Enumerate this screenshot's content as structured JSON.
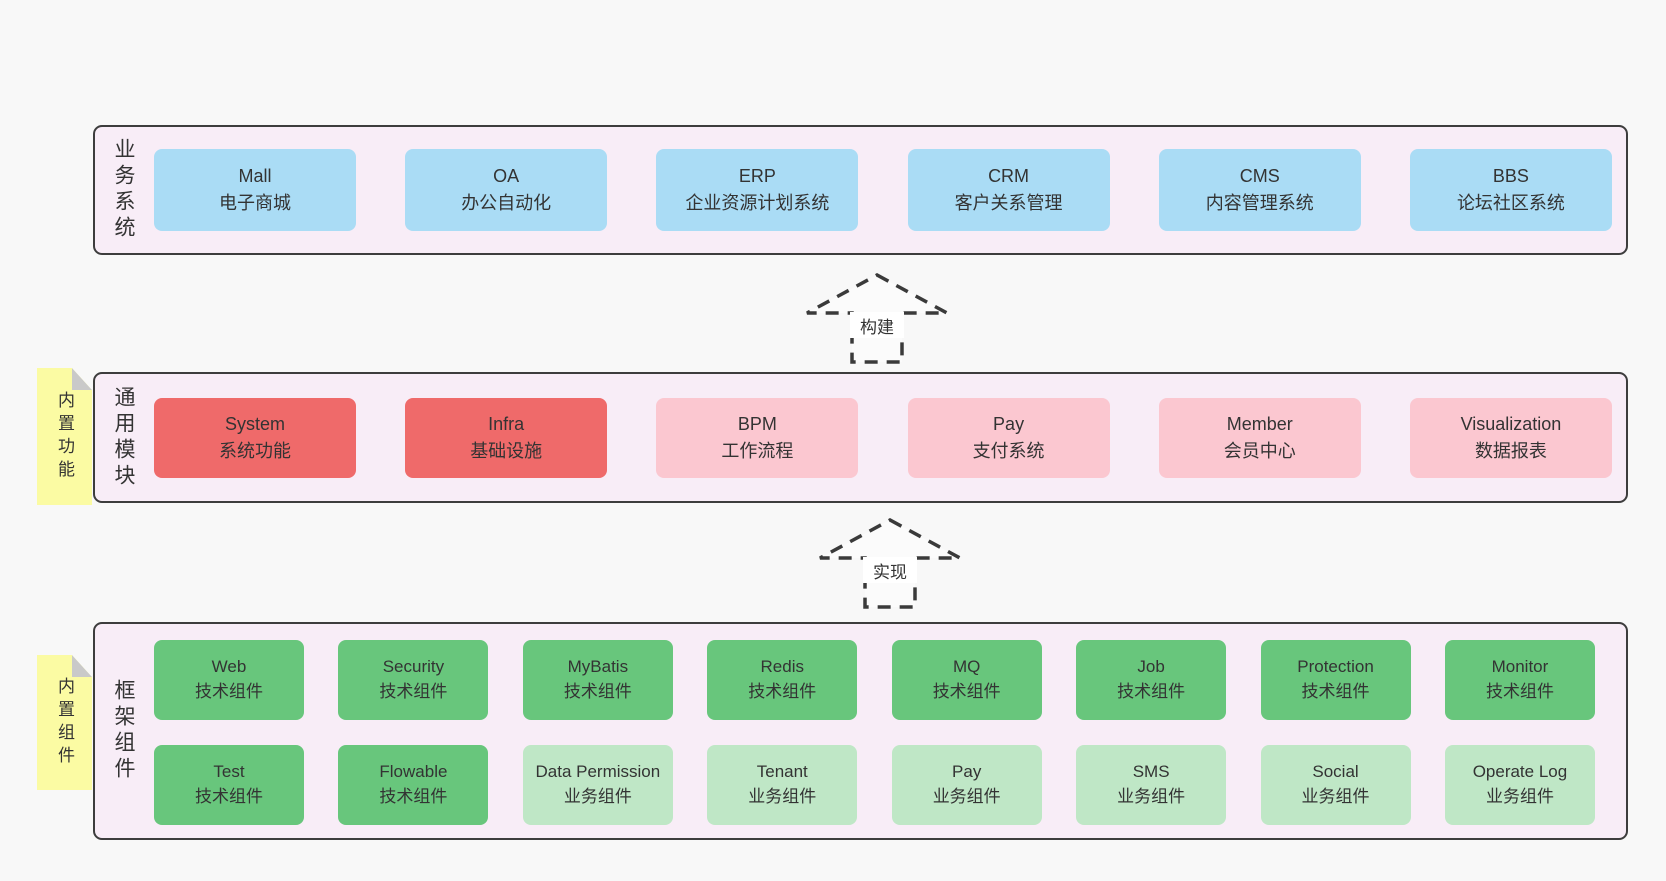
{
  "bands": [
    {
      "label": "业务系统",
      "boxes": [
        {
          "en": "Mall",
          "zh": "电子商城"
        },
        {
          "en": "OA",
          "zh": "办公自动化"
        },
        {
          "en": "ERP",
          "zh": "企业资源计划系统"
        },
        {
          "en": "CRM",
          "zh": "客户关系管理"
        },
        {
          "en": "CMS",
          "zh": "内容管理系统"
        },
        {
          "en": "BBS",
          "zh": "论坛社区系统"
        }
      ]
    },
    {
      "label": "通用模块",
      "boxes": [
        {
          "en": "System",
          "zh": "系统功能"
        },
        {
          "en": "Infra",
          "zh": "基础设施"
        },
        {
          "en": "BPM",
          "zh": "工作流程"
        },
        {
          "en": "Pay",
          "zh": "支付系统"
        },
        {
          "en": "Member",
          "zh": "会员中心"
        },
        {
          "en": "Visualization",
          "zh": "数据报表"
        }
      ]
    },
    {
      "label": "框架组件",
      "rows": [
        [
          {
            "en": "Web",
            "zh": "技术组件"
          },
          {
            "en": "Security",
            "zh": "技术组件"
          },
          {
            "en": "MyBatis",
            "zh": "技术组件"
          },
          {
            "en": "Redis",
            "zh": "技术组件"
          },
          {
            "en": "MQ",
            "zh": "技术组件"
          },
          {
            "en": "Job",
            "zh": "技术组件"
          },
          {
            "en": "Protection",
            "zh": "技术组件"
          },
          {
            "en": "Monitor",
            "zh": "技术组件"
          }
        ],
        [
          {
            "en": "Test",
            "zh": "技术组件"
          },
          {
            "en": "Flowable",
            "zh": "技术组件"
          },
          {
            "en": "Data Permission",
            "zh": "业务组件"
          },
          {
            "en": "Tenant",
            "zh": "业务组件"
          },
          {
            "en": "Pay",
            "zh": "业务组件"
          },
          {
            "en": "SMS",
            "zh": "业务组件"
          },
          {
            "en": "Social",
            "zh": "业务组件"
          },
          {
            "en": "Operate Log",
            "zh": "业务组件"
          }
        ]
      ]
    }
  ],
  "stickies": [
    {
      "label": "内置功能"
    },
    {
      "label": "内置组件"
    }
  ],
  "arrows": [
    {
      "label": "构建"
    },
    {
      "label": "实现"
    }
  ],
  "colors": {
    "business_system_box": "#aadcf5",
    "core_module_box": "#ef6a6a",
    "optional_module_box": "#fbc7d0",
    "technical_component_box": "#68c67c",
    "business_component_box": "#bfe7c6",
    "band_background": "#f8edf7",
    "band_border": "#3d3d3d",
    "sticky_note": "#fbfba3",
    "sticky_fold": "#c9c9c9",
    "page_background": "#f8f8f8",
    "text": "#333333"
  }
}
